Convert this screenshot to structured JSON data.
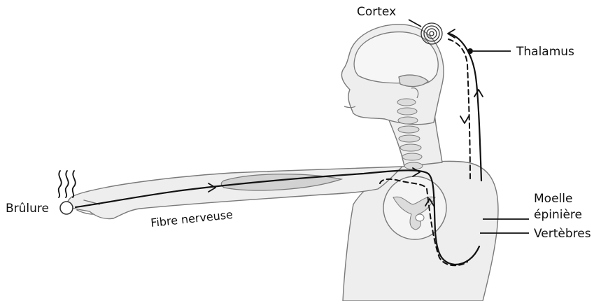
{
  "labels": {
    "cortex": "Cortex",
    "thalamus": "Thalamus",
    "burn": "Brûlure",
    "nerve_fiber": "Fibre nerveuse",
    "spinal_cord_line1": "Moelle",
    "spinal_cord_line2": "épinière",
    "vertebrae": "Vertèbres"
  },
  "colors": {
    "outline": "#7a7a7a",
    "fill": "#eeeeee",
    "muscle": "#d2d2d2",
    "bone": "#dcdcdc",
    "pathway": "#111111",
    "text": "#111111"
  },
  "icons": {
    "heat": "heat-waves-icon",
    "burn_site": "burn-circle-icon",
    "cortex": "concentric-circles-icon",
    "thalamus": "dot-icon"
  }
}
